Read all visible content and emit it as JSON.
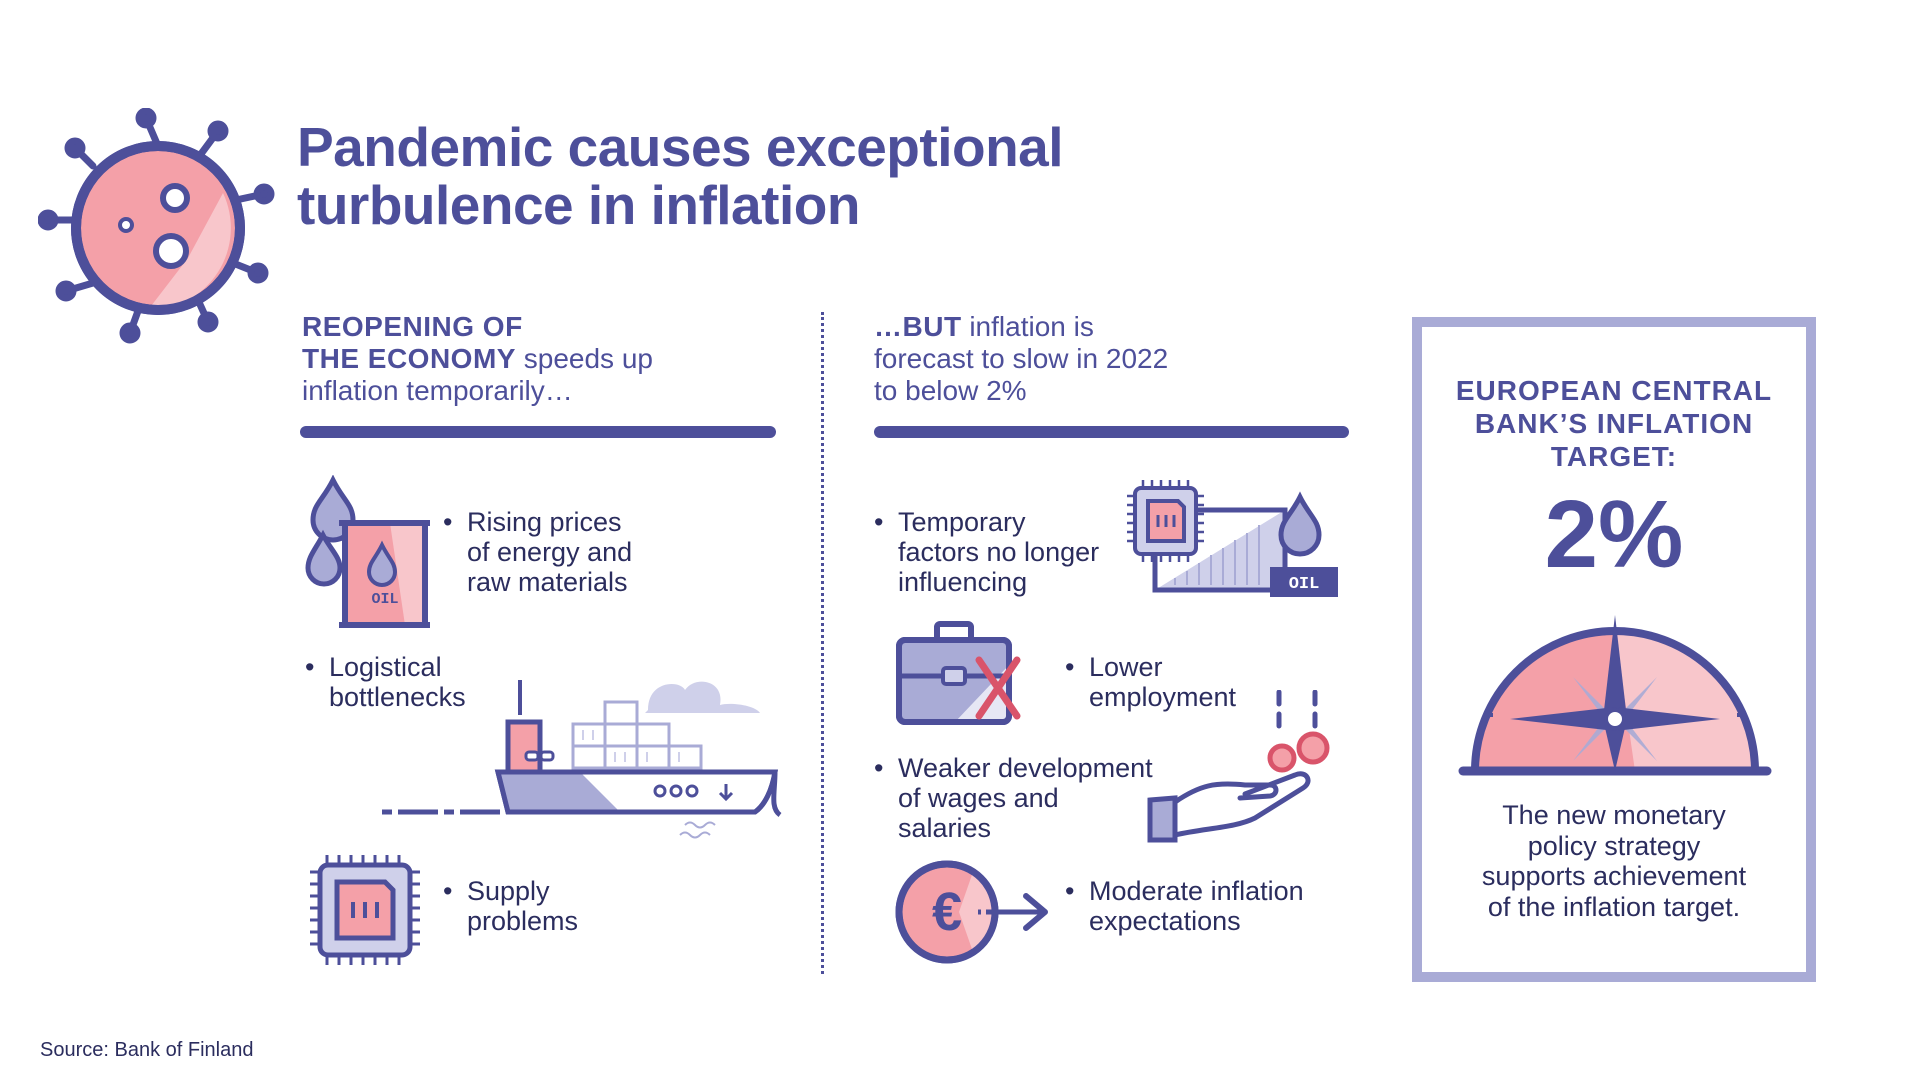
{
  "title": {
    "line1": "Pandemic causes exceptional",
    "line2": "turbulence in inflation"
  },
  "left": {
    "heading_bold1": "REOPENING OF",
    "heading_bold2": "THE ECONOMY",
    "heading_rest2": " speeds up",
    "heading_line3": "inflation temporarily…",
    "items": [
      {
        "lines": [
          "Rising prices",
          "of energy and",
          "raw materials"
        ]
      },
      {
        "lines": [
          "Logistical",
          "bottlenecks"
        ]
      },
      {
        "lines": [
          "Supply",
          "problems"
        ]
      }
    ],
    "oil_label": "OIL"
  },
  "middle": {
    "heading_bold1": "…BUT",
    "heading_rest1": " inflation is",
    "heading_line2": "forecast to slow in 2022",
    "heading_line3": "to below 2%",
    "items": [
      {
        "lines": [
          "Temporary",
          "factors no longer",
          "influencing"
        ]
      },
      {
        "lines": [
          "Lower",
          "employment"
        ]
      },
      {
        "lines": [
          "Weaker development",
          "of wages and",
          "salaries"
        ]
      },
      {
        "lines": [
          "Moderate inflation",
          "expectations"
        ]
      }
    ],
    "oil_label": "OIL",
    "euro_symbol": "€"
  },
  "ecb": {
    "heading": [
      "EUROPEAN CENTRAL",
      "BANK’S INFLATION",
      "TARGET:"
    ],
    "target": "2%",
    "footer": [
      "The new monetary",
      "policy strategy",
      "supports achievement",
      "of the inflation target."
    ]
  },
  "source": "Source: Bank of Finland",
  "colors": {
    "primary": "#4d4f9a",
    "light_purple": "#a9abd6",
    "pink": "#f4a0a8",
    "light_pink": "#f8c6cb",
    "red": "#d9546a",
    "text": "#2b2d5e"
  },
  "bullet": "•"
}
